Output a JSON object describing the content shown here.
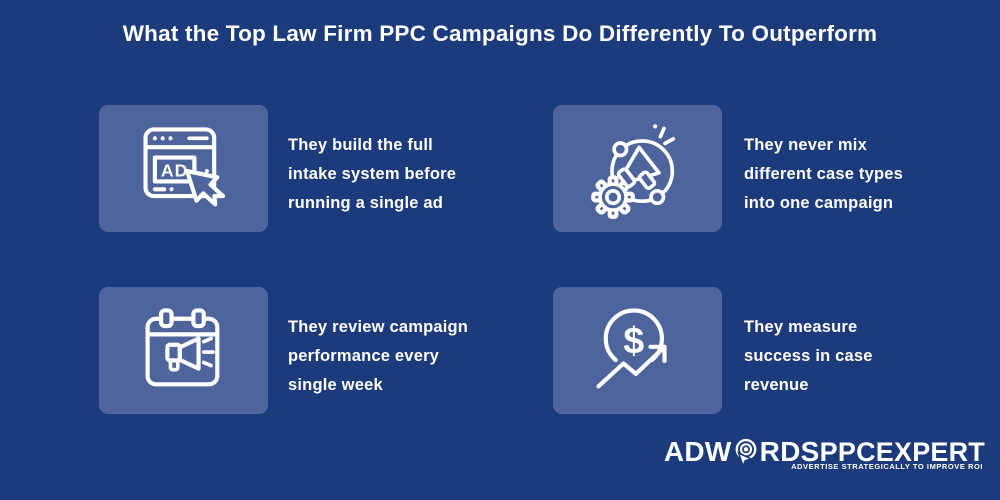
{
  "page": {
    "title": "What the Top Law Firm PPC Campaigns Do Differently To Outperform",
    "colors": {
      "bg": "#1c3b7d",
      "card": "#4d659c",
      "text": "#ffffff"
    }
  },
  "cards": [
    {
      "icon": "ad-browser-cursor-icon",
      "lines": [
        "They build the full",
        "intake system before",
        "running a single ad"
      ]
    },
    {
      "icon": "megaphone-network-gear-icon",
      "lines": [
        "They never mix",
        "different case types",
        "into one campaign"
      ]
    },
    {
      "icon": "calendar-megaphone-icon",
      "lines": [
        "They review campaign",
        "performance every",
        "single week"
      ]
    },
    {
      "icon": "dollar-growth-arrow-icon",
      "lines": [
        "They measure",
        "success in case",
        "revenue"
      ]
    }
  ],
  "icons": {
    "ad_label": "AD",
    "dollar_glyph": "$"
  },
  "logo": {
    "word_start": "ADW",
    "word_mid": "RDS",
    "word_end": "PPCEXPERT",
    "tagline": "ADVERTISE STRATEGICALLY TO IMPROVE ROI"
  }
}
